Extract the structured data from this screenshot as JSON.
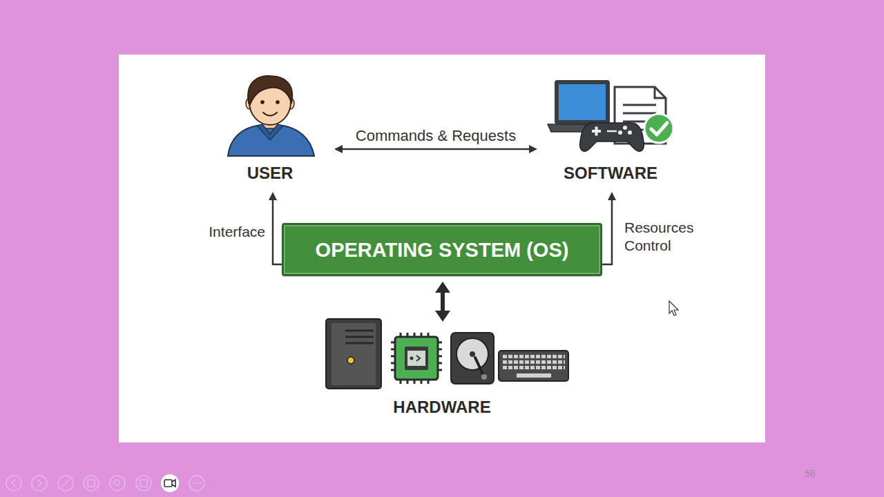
{
  "diagram": {
    "nodes": [
      {
        "text": [
          "USER"
        ]
      },
      {
        "text": [
          "SOFTWARE"
        ]
      },
      {
        "text": [
          "OPERATING SYSTEM (OS)"
        ]
      },
      {
        "text": [
          "HARDWARE"
        ]
      }
    ],
    "edges": [
      {
        "from": 0,
        "to": 1,
        "label": "Commands & Requests",
        "arrow": "both"
      },
      {
        "from": 2,
        "to": 0,
        "label": "Interface",
        "arrow": "to"
      },
      {
        "from": 2,
        "to": 1,
        "label": "Resources Control",
        "arrow": "to"
      },
      {
        "from": 2,
        "to": 3,
        "arrow": "both"
      }
    ],
    "labels": [
      "58"
    ]
  }
}
